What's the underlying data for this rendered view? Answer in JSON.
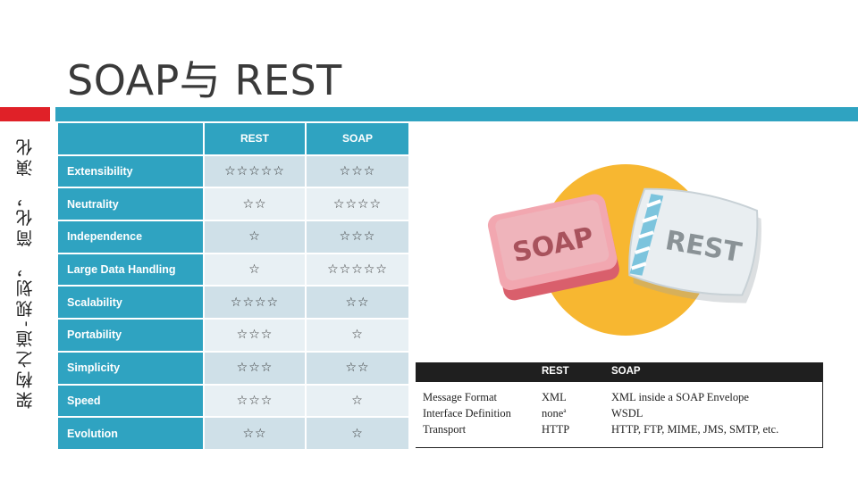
{
  "slide": {
    "title": "SOAP与 REST",
    "side_caption": "架构之道-规划， 简化， 演化",
    "accent_colors": {
      "red": "#e02128",
      "teal": "#2fa3c1"
    }
  },
  "ratings_table": {
    "columns": [
      "REST",
      "SOAP"
    ],
    "rows": [
      {
        "label": "Extensibility",
        "rest": "☆☆☆☆☆",
        "soap": "☆☆☆"
      },
      {
        "label": "Neutrality",
        "rest": "☆☆",
        "soap": "☆☆☆☆"
      },
      {
        "label": "Independence",
        "rest": "☆",
        "soap": "☆☆☆"
      },
      {
        "label": "Large Data Handling",
        "rest": "☆",
        "soap": "☆☆☆☆☆"
      },
      {
        "label": "Scalability",
        "rest": "☆☆☆☆",
        "soap": "☆☆"
      },
      {
        "label": "Portability",
        "rest": "☆☆☆",
        "soap": "☆"
      },
      {
        "label": "Simplicity",
        "rest": "☆☆☆",
        "soap": "☆☆"
      },
      {
        "label": "Speed",
        "rest": "☆☆☆",
        "soap": "☆"
      },
      {
        "label": "Evolution",
        "rest": "☆☆",
        "soap": "☆"
      }
    ]
  },
  "illustration": {
    "soap_label": "SOAP",
    "rest_label": "REST"
  },
  "compare_table": {
    "headers": [
      "REST",
      "SOAP"
    ],
    "rows": [
      {
        "label": "Message Format",
        "rest": "XML",
        "soap": "XML inside a SOAP Envelope"
      },
      {
        "label": "Interface Definition",
        "rest": "none",
        "rest_note": "a",
        "soap": "WSDL"
      },
      {
        "label": "Transport",
        "rest": "HTTP",
        "soap": "HTTP, FTP, MIME, JMS, SMTP, etc."
      }
    ]
  }
}
